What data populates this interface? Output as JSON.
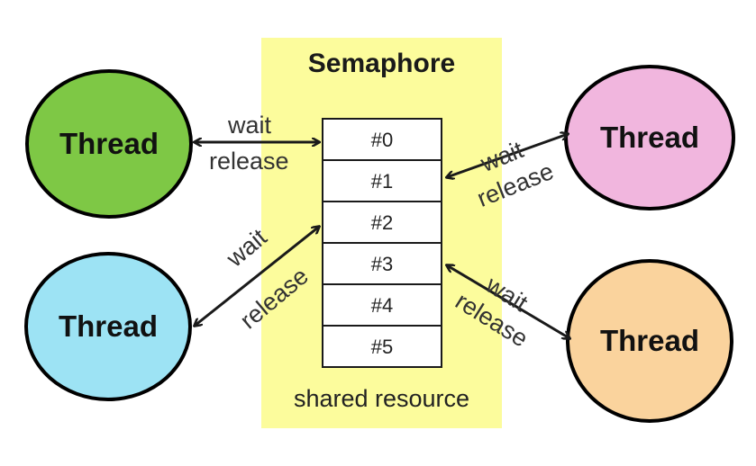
{
  "diagram": {
    "title": "Semaphore",
    "footer": "shared resource",
    "slots": [
      "#0",
      "#1",
      "#2",
      "#3",
      "#4",
      "#5"
    ],
    "threads": [
      {
        "label": "Thread",
        "color": "#7ec845"
      },
      {
        "label": "Thread",
        "color": "#f1b6de"
      },
      {
        "label": "Thread",
        "color": "#9de3f4"
      },
      {
        "label": "Thread",
        "color": "#fad39d"
      }
    ],
    "connections": [
      {
        "wait": "wait",
        "release": "release"
      },
      {
        "wait": "wait",
        "release": "release"
      },
      {
        "wait": "wait",
        "release": "release"
      },
      {
        "wait": "wait",
        "release": "release"
      }
    ],
    "colors": {
      "panel": "#fcfc9c",
      "outline": "#000000"
    }
  }
}
